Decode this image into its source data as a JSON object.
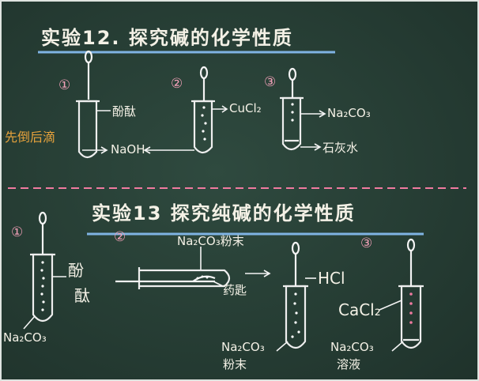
{
  "experiment12": {
    "title": "实验12. 探究碱的化学性质",
    "step1_number": "①",
    "step2_number": "②",
    "step3_number": "③",
    "indicator_label": "酚酞",
    "hint_label": "先倒后滴",
    "base_label": "NaOH",
    "cacl2_label": "CuCl₂",
    "na2co3_label": "Na₂CO₃",
    "limewater_label": "石灰水"
  },
  "experiment13": {
    "title": "实验13 探究纯碱的化学性质",
    "step1_number": "①",
    "step2_number": "②",
    "step3_number": "③",
    "indicator_label_line1": "酚",
    "indicator_label_line2": "酞",
    "na2co3_label": "Na₂CO₃",
    "powder_label": "Na₂CO₃粉末",
    "spatula_label": "药匙",
    "hcl_label": "HCl",
    "powder_tube_label_line1": "Na₂CO₃",
    "powder_tube_label_line2": "粉末",
    "cacl2_label": "CaCl₂",
    "solution_label_line1": "Na₂CO₃",
    "solution_label_line2": "溶液"
  },
  "colors": {
    "board": "#263d34",
    "chalk": "#f4f1e6",
    "accent_blue": "#7fb3e3",
    "accent_pink": "#f07aa0",
    "accent_orange": "#e6a23c"
  }
}
